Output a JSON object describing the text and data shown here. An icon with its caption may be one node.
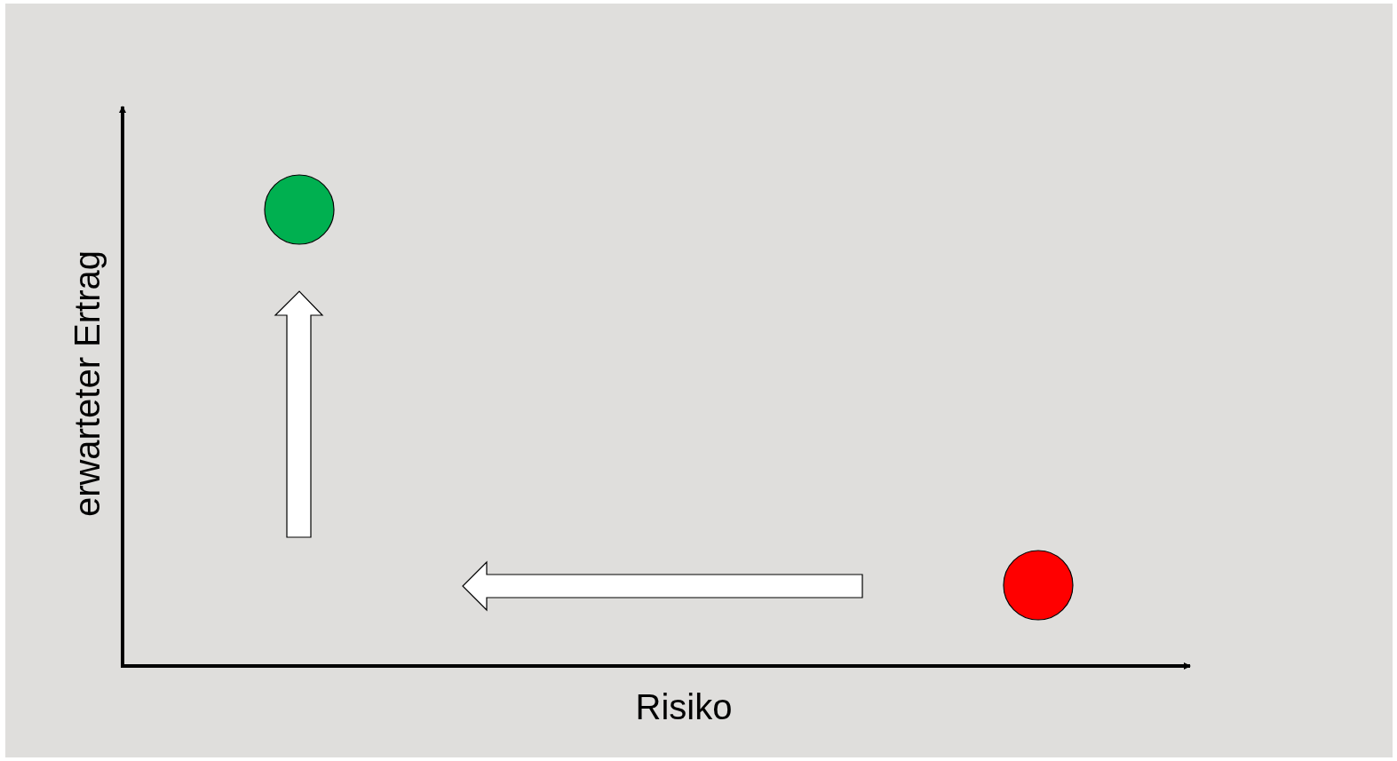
{
  "diagram": {
    "nodes": [
      {
        "text": [],
        "shape": "circle"
      },
      {
        "text": [],
        "shape": "circle"
      }
    ],
    "labels": [
      "erwarteter Ertrag",
      "Risiko"
    ]
  }
}
